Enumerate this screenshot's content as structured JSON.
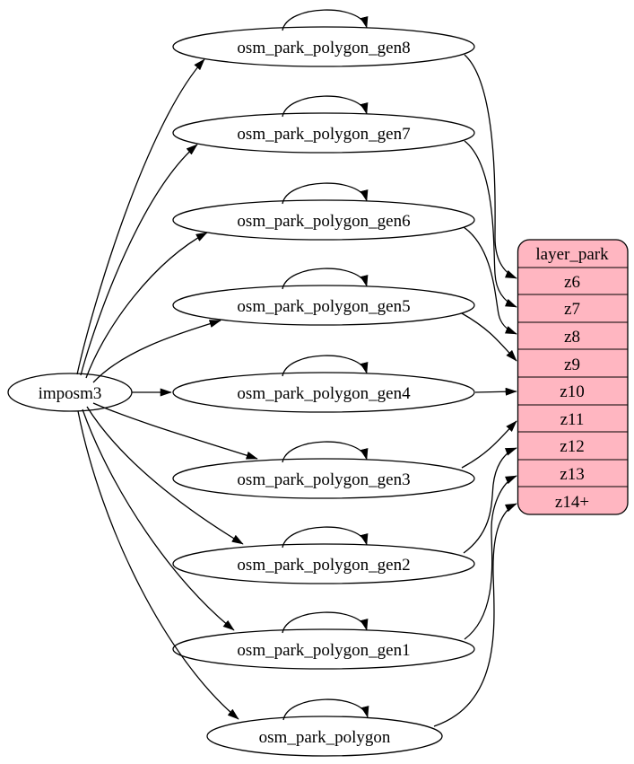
{
  "diagram": {
    "type": "directed-graph",
    "background": "#ffffff",
    "edge_color": "#000000",
    "node_fill": "#ffffff",
    "node_stroke": "#000000",
    "source_node": {
      "label": "imposm3"
    },
    "table_nodes": [
      {
        "label": "osm_park_polygon_gen8",
        "from": "imposm3",
        "feeds_row": "z6",
        "self_loop": true
      },
      {
        "label": "osm_park_polygon_gen7",
        "from": "imposm3",
        "feeds_row": "z7",
        "self_loop": true
      },
      {
        "label": "osm_park_polygon_gen6",
        "from": "imposm3",
        "feeds_row": "z8",
        "self_loop": true
      },
      {
        "label": "osm_park_polygon_gen5",
        "from": "imposm3",
        "feeds_row": "z9",
        "self_loop": true
      },
      {
        "label": "osm_park_polygon_gen4",
        "from": "imposm3",
        "feeds_row": "z10",
        "self_loop": true
      },
      {
        "label": "osm_park_polygon_gen3",
        "from": "imposm3",
        "feeds_row": "z11",
        "self_loop": true
      },
      {
        "label": "osm_park_polygon_gen2",
        "from": "imposm3",
        "feeds_row": "z12",
        "self_loop": true
      },
      {
        "label": "osm_park_polygon_gen1",
        "from": "imposm3",
        "feeds_row": "z13",
        "self_loop": true
      },
      {
        "label": "osm_park_polygon",
        "from": "imposm3",
        "feeds_row": "z14+",
        "self_loop": true
      }
    ],
    "record_node": {
      "title": "layer_park",
      "rows": [
        "z6",
        "z7",
        "z8",
        "z9",
        "z10",
        "z11",
        "z12",
        "z13",
        "z14+"
      ],
      "fill": "#ffb6c1",
      "stroke": "#000000"
    }
  }
}
